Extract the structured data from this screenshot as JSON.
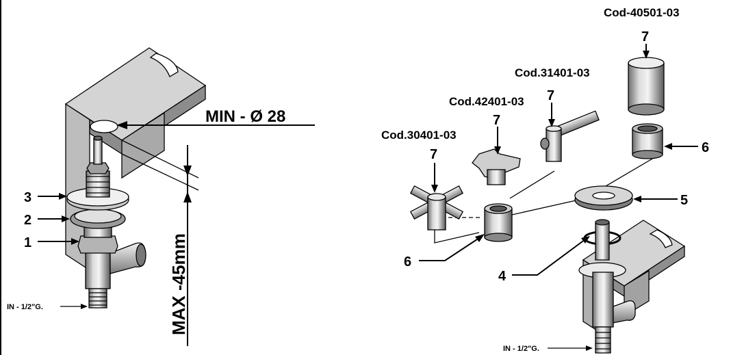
{
  "left": {
    "min_label": "MIN - Ø 28",
    "max_label": "MAX -45mm",
    "inlet_label": "IN - 1/2\"G.",
    "callout_1": "1",
    "callout_2": "2",
    "callout_3": "3"
  },
  "right": {
    "code_30401": "Cod.30401-03",
    "code_42401": "Cod.42401-03",
    "code_31401": "Cod.31401-03",
    "code_40501": "Cod-40501-03",
    "callout_7a": "7",
    "callout_7b": "7",
    "callout_7c": "7",
    "callout_7d": "7",
    "callout_6_left": "6",
    "callout_6_right": "6",
    "callout_5": "5",
    "callout_4": "4",
    "inlet_label": "IN - 1/2\"G."
  },
  "colors": {
    "light_metal": "#d9d9d9",
    "mid_metal": "#a6a6a6",
    "dark_metal": "#555555",
    "line": "#000000"
  }
}
